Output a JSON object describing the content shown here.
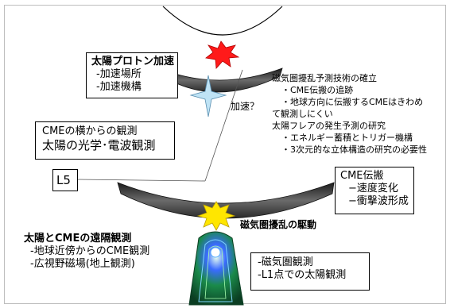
{
  "solar_proton_box": {
    "title": "太陽プロトン加速",
    "items": [
      "-加速場所",
      "-加速機構"
    ]
  },
  "acceleration_label": "加速？",
  "magnetosphere_prediction": {
    "heading": "磁気圏擾乱予測技術の確立",
    "lines": [
      "・CME伝搬の追跡",
      "・地球方向に伝搬するCMEはきわめ",
      "て観測しにくい"
    ],
    "flare_heading": "太陽フレアの発生予測の研究",
    "flare_lines": [
      "・エネルギー蓄積とトリガー機構",
      "・3次元的な立体構造の研究の必要性"
    ]
  },
  "side_observation_box": {
    "lines": [
      "CMEの横からの観測",
      "太陽の光学･電波観測"
    ]
  },
  "l5_label": "L5",
  "cme_propagation_box": {
    "title": "CME伝搬",
    "items": [
      "−速度変化",
      "−衝撃波形成"
    ]
  },
  "magnetosphere_drive_label": "磁気圏擾乱の駆動",
  "remote_observation": {
    "title": "太陽とCMEの遠隔観測",
    "items": [
      "-地球近傍からのCME観測",
      "-広視野磁場(地上観測)"
    ]
  },
  "magnetosphere_obs_box": {
    "items": [
      "-磁気圏観測",
      "-L1点での太陽観測"
    ]
  },
  "colors": {
    "arc_dark": "#3a3a3a",
    "flare_star": "#ff1a1a",
    "accel_star": "#bfe3f5",
    "impact_star": "#ffe600",
    "magnetosphere_outer": "#1f7a3a",
    "magnetosphere_inner": "#1e3fbf"
  }
}
